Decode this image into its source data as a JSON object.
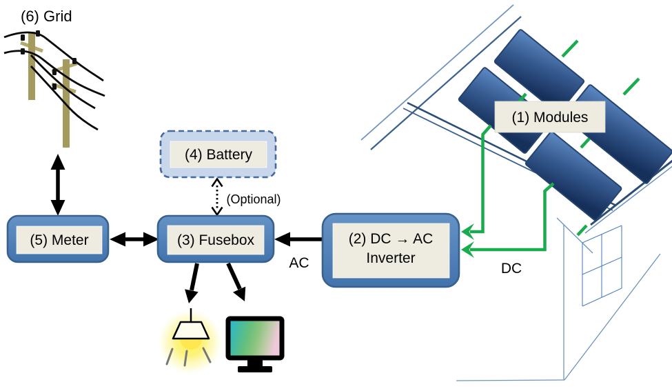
{
  "nodes": {
    "modules": {
      "label": "(1) Modules"
    },
    "inverter": {
      "label_line1": "(2) DC → AC",
      "label_line2": "Inverter"
    },
    "fusebox": {
      "label": "(3) Fusebox"
    },
    "battery": {
      "label": "(4) Battery"
    },
    "meter": {
      "label": "(5) Meter"
    },
    "grid": {
      "label": "(6) Grid"
    }
  },
  "edges": {
    "ac_label": "AC",
    "dc_label": "DC",
    "optional_label": "(Optional)"
  },
  "colors": {
    "box_fill": "#4F81BD",
    "box_border": "#38618E",
    "inner_panel_cream": "#EEECE1",
    "battery_fill": "#C8D6EB",
    "battery_border": "#44699D",
    "wire_green": "#19AB4E",
    "pole_tan": "#A49A5E",
    "roof_line_dark": "#2C4D74",
    "roof_line_light": "#6D94BD",
    "solar_panel_dark": "#16305C",
    "solar_panel_light": "#5E8AC4",
    "lamp_glow_yellow": "#FFF44D",
    "arrow_black": "#000000"
  }
}
